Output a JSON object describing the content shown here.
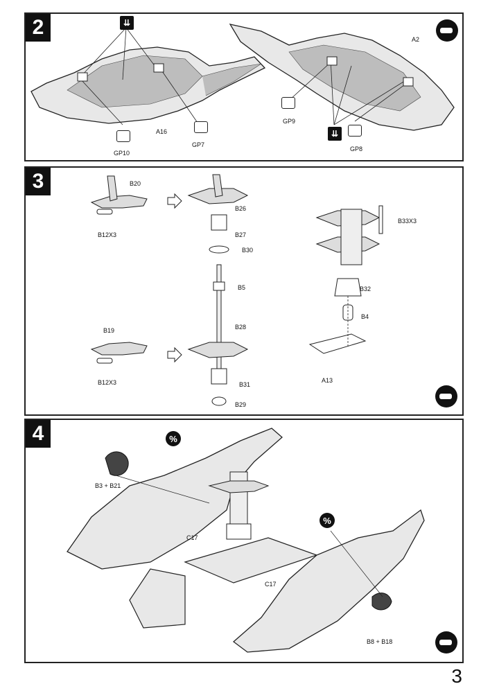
{
  "page_number": "3",
  "steps": [
    {
      "number": "2",
      "labels": {
        "a16": "A16",
        "a2": "A2",
        "gp10": "GP10",
        "gp7": "GP7",
        "gp9": "GP9",
        "gp8": "GP8"
      }
    },
    {
      "number": "3",
      "labels": {
        "b20": "B20",
        "b12x3_a": "B12X3",
        "b26": "B26",
        "b27": "B27",
        "b30": "B30",
        "b5": "B5",
        "b28": "B28",
        "b31": "B31",
        "b29": "B29",
        "b19": "B19",
        "b12x3_b": "B12X3",
        "b33x3": "B33X3",
        "b32": "B32",
        "b4": "B4",
        "a13": "A13"
      }
    },
    {
      "number": "4",
      "labels": {
        "b3b21": "B3 + B21",
        "c17a": "C17",
        "c17b": "C17",
        "b8b18": "B8 + B18"
      }
    }
  ],
  "icons": {
    "glue": "glue-tube-icon",
    "drill": "drill-hole-icon",
    "cut": "cut-off-icon",
    "arrow": "outline-arrow-icon"
  }
}
